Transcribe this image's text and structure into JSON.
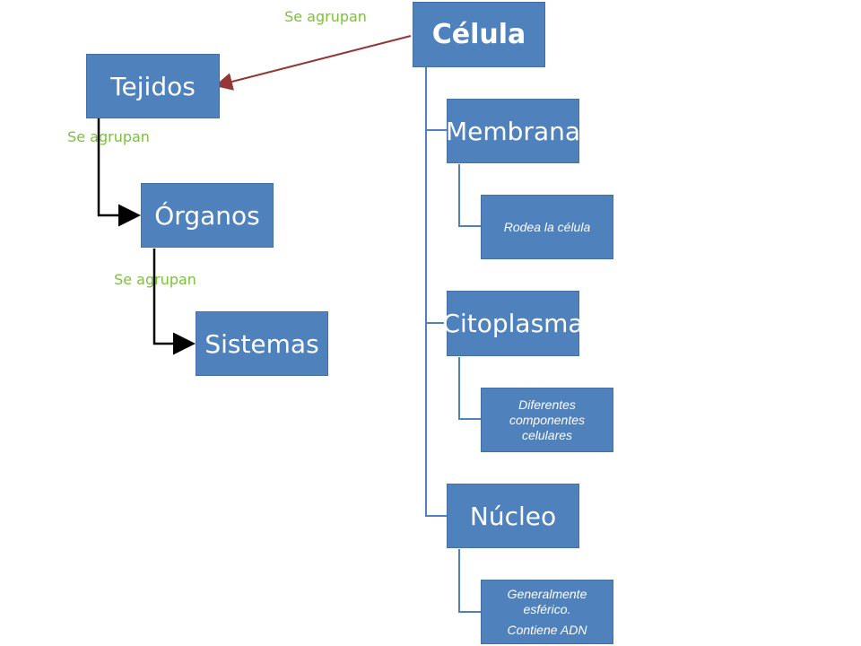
{
  "cell": {
    "title": "Célula",
    "parts": [
      {
        "name": "Membrana",
        "description": "Rodea la célula"
      },
      {
        "name": "Citoplasma",
        "description": "Diferentes componentes celulares"
      },
      {
        "name": "Núcleo",
        "description": "Generalmente esférico.",
        "description2": "Contiene ADN"
      }
    ]
  },
  "hierarchy": {
    "tissues": "Tejidos",
    "organs": "Órganos",
    "systems": "Sistemas"
  },
  "relation_labels": {
    "cell_to_tissues": "Se agrupan",
    "tissues_to_organs": "Se agrupan",
    "organs_to_systems": "Se agrupan"
  },
  "colors": {
    "box_fill": "#4f81bd",
    "box_text": "#ffffff",
    "label_text": "#7dc13a",
    "tree_line": "#4f81bd",
    "arrow_red": "#953735",
    "arrow_black": "#000000"
  }
}
